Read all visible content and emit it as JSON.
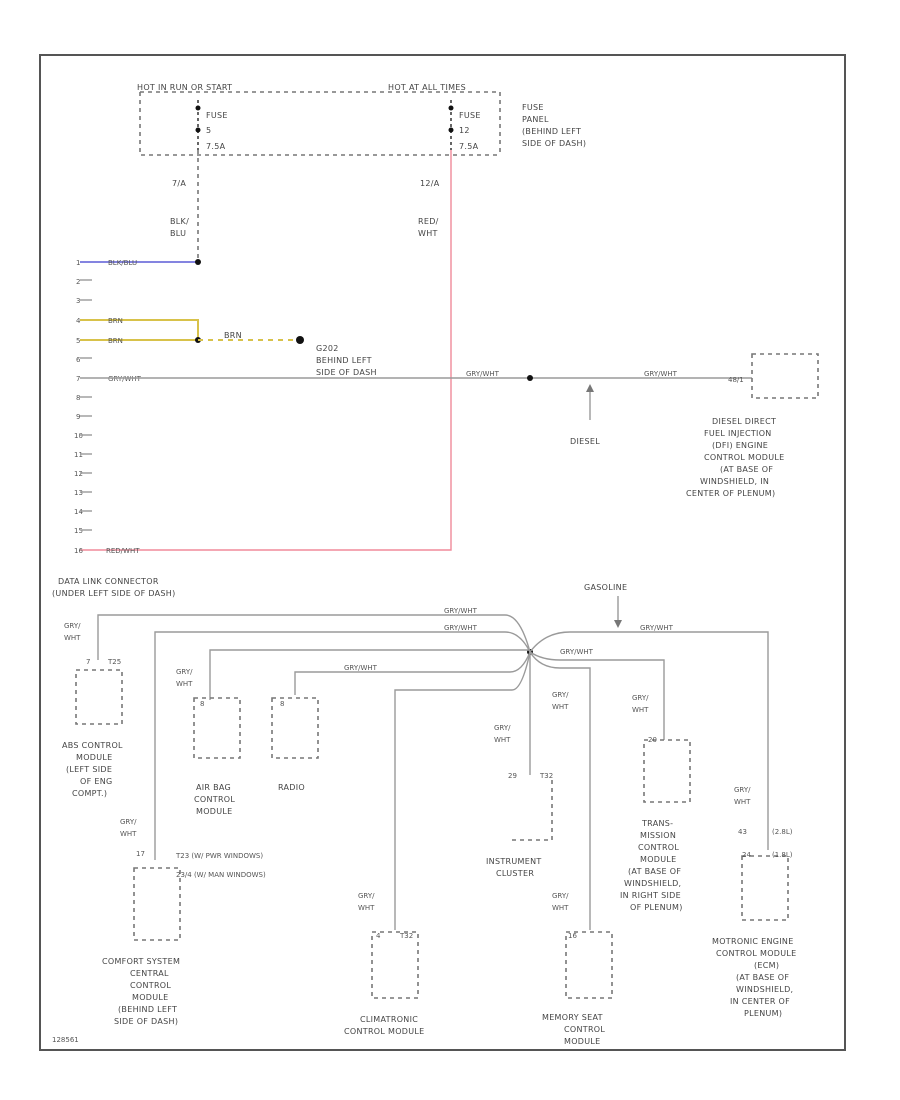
{
  "figure_id": "128561",
  "colors": {
    "border": "#555555",
    "wire": "#9a9a9a",
    "red_wire": "#f08a9a",
    "blue_wire": "#5b5bd6",
    "yellow_wire": "#d8c24a",
    "box": "#777777"
  },
  "fuse_panel": {
    "header_left": "HOT IN RUN OR START",
    "header_right": "HOT AT ALL TIMES",
    "fuse5": {
      "name": "FUSE",
      "number": "5",
      "rating": "7.5A"
    },
    "fuse12": {
      "name": "FUSE",
      "number": "12",
      "rating": "7.5A"
    },
    "location": [
      "FUSE",
      "PANEL",
      "(BEHIND LEFT",
      "SIDE OF DASH)"
    ],
    "term_left": "7/A",
    "term_right": "12/A",
    "wire_left": [
      "BLK/",
      "BLU"
    ],
    "wire_right": [
      "RED/",
      "WHT"
    ]
  },
  "connector_pins": [
    "1",
    "2",
    "3",
    "4",
    "5",
    "6",
    "7",
    "8",
    "9",
    "10",
    "11",
    "12",
    "13",
    "14",
    "15",
    "16"
  ],
  "pin_wires": {
    "p1": "BLK/BLU",
    "p4": "BRN",
    "p5": "BRN",
    "p7": "GRY/WHT",
    "p16": "RED/WHT"
  },
  "ground": {
    "wire": "BRN",
    "id": "G202",
    "location": [
      "BEHIND LEFT",
      "SIDE OF DASH"
    ]
  },
  "diesel_run": {
    "wire1": "GRY/WHT",
    "wire2": "GRY/WHT",
    "pin": "48/1",
    "diesel_label": "DIESEL",
    "module": [
      "DIESEL DIRECT",
      "FUEL INJECTION",
      "(DFI) ENGINE",
      "CONTROL MODULE",
      "(AT BASE OF",
      "WINDSHIELD, IN",
      "CENTER OF PLENUM)"
    ]
  },
  "dlc": [
    "DATA LINK CONNECTOR",
    "(UNDER LEFT SIDE OF DASH)"
  ],
  "gasoline_label": "GASOLINE",
  "bus_labels": {
    "w1": "GRY/WHT",
    "w2": "GRY/WHT",
    "w3": "GRY/WHT",
    "w4": "GRY/WHT",
    "w5": "GRY/WHT"
  },
  "gry_wht": [
    "GRY/",
    "WHT"
  ],
  "modules": {
    "abs": {
      "pin": "7",
      "conn": "T25",
      "name": [
        "ABS CONTROL",
        "MODULE",
        "(LEFT SIDE",
        "OF ENG",
        "COMPT.)"
      ]
    },
    "airbag": {
      "pin": "8",
      "name": [
        "AIR BAG",
        "CONTROL",
        "MODULE"
      ]
    },
    "radio": {
      "pin": "8",
      "name": [
        "RADIO"
      ]
    },
    "comfort": {
      "pin": "17",
      "conn1": "T23 (W/ PWR WINDOWS)",
      "conn2": "23/4 (W/ MAN WINDOWS)",
      "name": [
        "COMFORT SYSTEM",
        "CENTRAL",
        "CONTROL",
        "MODULE",
        "(BEHIND LEFT",
        "SIDE OF DASH)"
      ]
    },
    "climatronic": {
      "pin": "4",
      "conn": "T32",
      "name": [
        "CLIMATRONIC",
        "CONTROL MODULE"
      ]
    },
    "cluster": {
      "pin": "29",
      "conn": "T32",
      "name": [
        "INSTRUMENT",
        "CLUSTER"
      ]
    },
    "memory": {
      "pin": "16",
      "name": [
        "MEMORY SEAT",
        "CONTROL",
        "MODULE"
      ]
    },
    "trans": {
      "pin": "20",
      "name": [
        "TRANS-",
        "MISSION",
        "CONTROL",
        "MODULE",
        "(AT BASE OF",
        "WINDSHIELD,",
        "IN RIGHT SIDE",
        "OF PLENUM)"
      ]
    },
    "motronic": {
      "pin1": "43",
      "note": "(2.8L)",
      "pin2": "24",
      "note2": "(1.8L)",
      "name": [
        "MOTRONIC ENGINE",
        "CONTROL MODULE",
        "(ECM)",
        "(AT BASE OF",
        "WINDSHIELD,",
        "IN CENTER OF",
        "PLENUM)"
      ]
    }
  }
}
